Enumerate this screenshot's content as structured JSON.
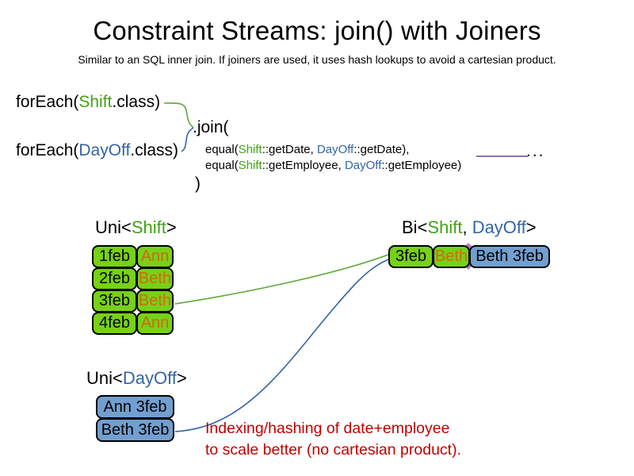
{
  "title": "Constraint Streams: join() with Joiners",
  "subtitle": "Similar to an SQL inner join. If joiners are used, it uses hash lookups to avoid a cartesian product.",
  "colors": {
    "shift_text_green": "#43A213",
    "dayoff_text_blue": "#3465A4",
    "employee_orange": "#D2680F",
    "shift_cell_green": "#77D117",
    "dayoff_cell_blue": "#729FCF",
    "note_red": "#C00000",
    "joiner_line_purple": "#6A3FA0",
    "connector_green": "#5BA839",
    "connector_blue": "#3465A4"
  },
  "code": {
    "foreach_shift": {
      "pre": "forEach(",
      "type": "Shift",
      "post": ".class)"
    },
    "foreach_dayoff": {
      "pre": "forEach(",
      "type": "DayOff",
      "post": ".class)"
    },
    "join_open": ".join(",
    "joiner_date": {
      "a": "equal(",
      "b": "Shift",
      "c": "::getDate, ",
      "d": "DayOff",
      "e": "::getDate),"
    },
    "joiner_employee": {
      "a": "equal(",
      "b": "Shift",
      "c": "::getEmployee, ",
      "d": "DayOff",
      "e": "::getEmployee)"
    },
    "join_close": ")",
    "ellipsis": "..."
  },
  "uni_shift": {
    "label": {
      "pre": "Uni<",
      "type": "Shift",
      "post": ">"
    },
    "rows": [
      {
        "date": "1feb",
        "employee": "Ann"
      },
      {
        "date": "2feb",
        "employee": "Beth"
      },
      {
        "date": "3feb",
        "employee": "Beth"
      },
      {
        "date": "4feb",
        "employee": "Ann"
      }
    ]
  },
  "uni_dayoff": {
    "label": {
      "pre": "Uni<",
      "type": "DayOff",
      "post": ">"
    },
    "rows": [
      {
        "value": "Ann 3feb"
      },
      {
        "value": "Beth 3feb"
      }
    ]
  },
  "bi": {
    "label": {
      "pre": "Bi<",
      "t1": "Shift",
      "sep": ", ",
      "t2": "DayOff",
      "post": ">"
    },
    "row": {
      "date": "3feb",
      "employee": "Beth",
      "dayoff": "Beth 3feb"
    }
  },
  "note": {
    "line1": "Indexing/hashing of date+employee",
    "line2": "to scale better (no cartesian product)."
  }
}
